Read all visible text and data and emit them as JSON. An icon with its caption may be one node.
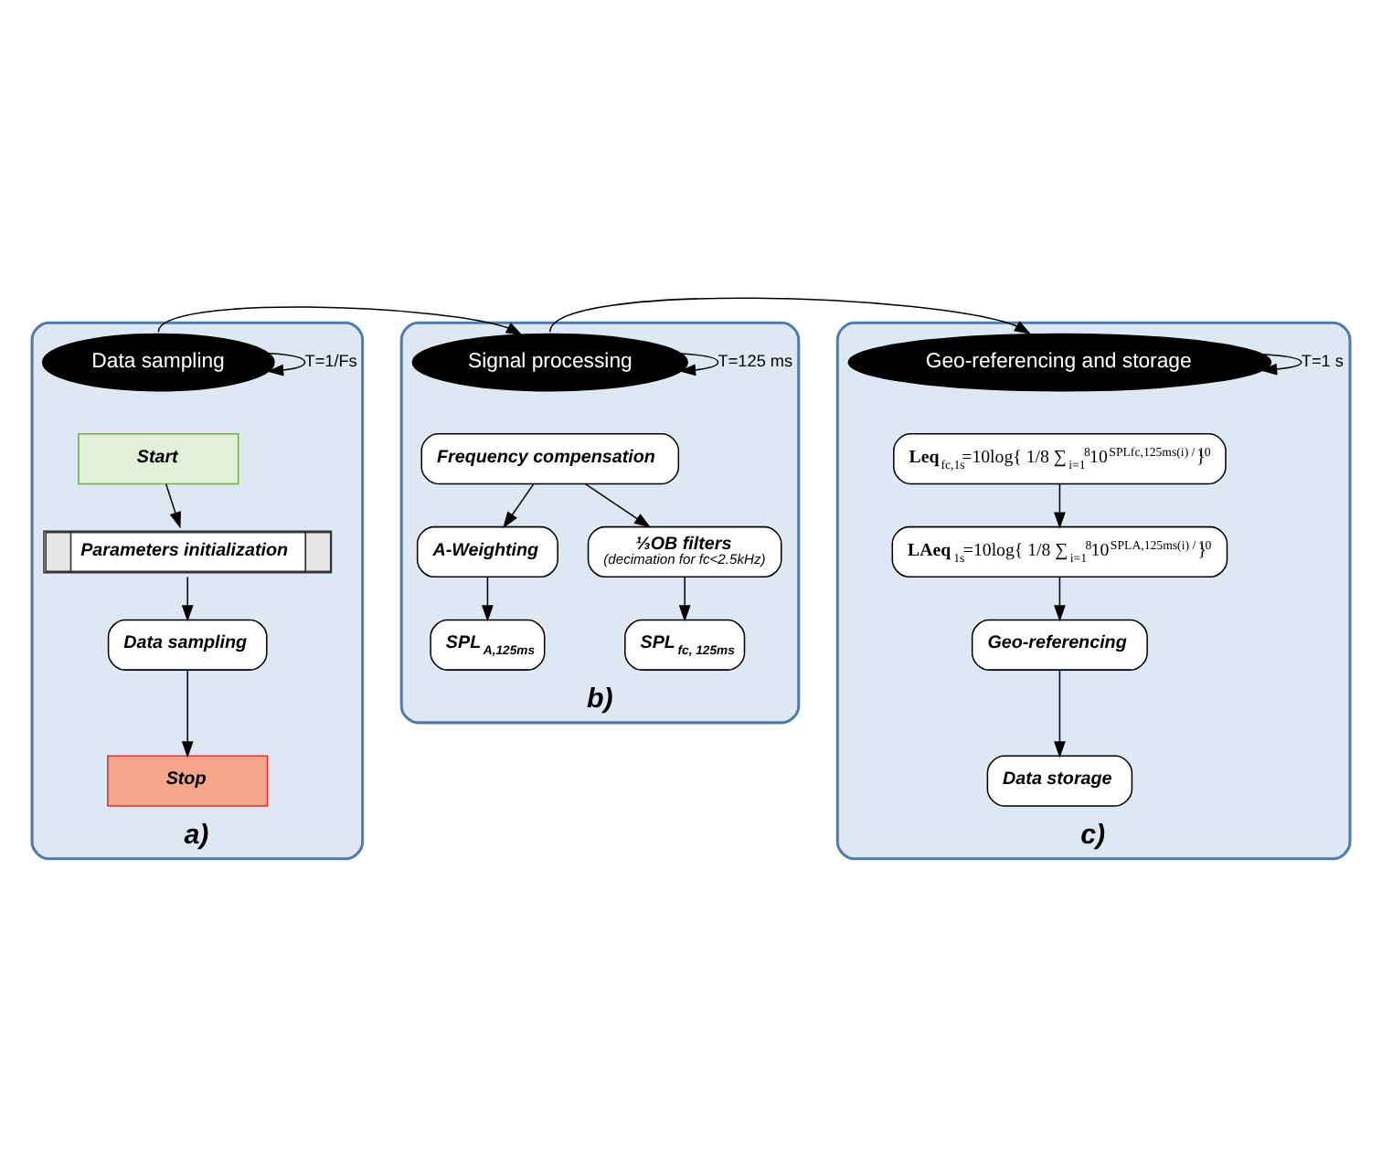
{
  "diagram": {
    "nodes": [
      {
        "text": [
          "a)"
        ]
      },
      {
        "text": [
          "Data sampling"
        ],
        "in": 0
      },
      {
        "text": [
          "Start"
        ],
        "in": 0
      },
      {
        "text": [
          "Parameters initialization"
        ],
        "in": 0
      },
      {
        "text": [
          "Data sampling"
        ],
        "in": 0
      },
      {
        "text": [
          "Stop"
        ],
        "in": 0
      },
      {
        "text": [
          "b)"
        ]
      },
      {
        "text": [
          "Signal processing"
        ],
        "in": 6
      },
      {
        "text": [
          "Frequency compensation"
        ],
        "in": 6
      },
      {
        "text": [
          "A-Weighting"
        ],
        "in": 6
      },
      {
        "text": [
          "⅓OB filters",
          "(decimation for fc<2.5kHz)"
        ],
        "in": 6
      },
      {
        "text": [
          "SPL$_{fc, 125ms}$"
        ],
        "in": 6
      },
      {
        "text": [
          "SPL$_{A,125ms}$"
        ],
        "in": 6
      },
      {
        "text": [
          "c)"
        ]
      },
      {
        "text": [
          "Geo-referencing and storage"
        ],
        "in": 13
      },
      {
        "text": [
          "**Leq**$_{fc,1s}$=10log{ 1/8 ∑$_{i=1}$$^{8}$10$^{SPLfc,125ms(i) / 10}$ }"
        ],
        "in": 13
      },
      {
        "text": [
          "**LAeq**$_{1s}$=10log{ 1/8 ∑$_{i=1}$$^{8}$10$^{SPLA,125ms(i) / 10}$ }"
        ],
        "in": 13
      },
      {
        "text": [
          "Geo-referencing"
        ],
        "in": 13
      },
      {
        "text": [
          "Data storage"
        ],
        "in": 13
      }
    ],
    "edges": [
      {
        "from": 1,
        "to": 1,
        "arrow": "to",
        "label": "T=1/Fs"
      },
      {
        "from": 1,
        "to": 7,
        "arrow": "to"
      },
      {
        "from": 7,
        "to": 7,
        "arrow": "to",
        "label": "T=125 ms"
      },
      {
        "from": 7,
        "to": 14,
        "arrow": "to"
      },
      {
        "from": 14,
        "to": 14,
        "arrow": "to",
        "label": "T=1 s"
      },
      {
        "from": 2,
        "to": 3,
        "arrow": "to"
      },
      {
        "from": 3,
        "to": 4,
        "arrow": "to"
      },
      {
        "from": 4,
        "to": 5,
        "arrow": "to"
      },
      {
        "from": 8,
        "to": 10,
        "arrow": "to"
      },
      {
        "from": 8,
        "to": 9,
        "arrow": "to"
      },
      {
        "from": 10,
        "to": 11,
        "arrow": "to"
      },
      {
        "from": 9,
        "to": 12,
        "arrow": "to"
      },
      {
        "from": 15,
        "to": 16,
        "arrow": "to"
      },
      {
        "from": 16,
        "to": 17,
        "arrow": "to"
      },
      {
        "from": 17,
        "to": 18,
        "arrow": "to"
      }
    ]
  }
}
